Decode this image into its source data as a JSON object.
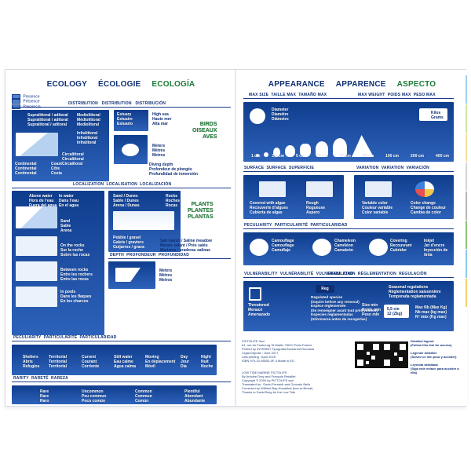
{
  "left": {
    "headings": [
      "ECOLOGY",
      "ÉCOLOGIE",
      "ECOLOGÍA"
    ],
    "legend_left": [
      "Presence",
      "Présence",
      "Presencia"
    ],
    "distribution": [
      "DISTRIBUTION",
      "DISTRIBUTION",
      "DISTRIBUCIÓN"
    ],
    "zones": [
      "Supralittoral / aditoral\nSupralittoral / aditoral\nSupralitoral / aditoral",
      "Mediolittoral\nMédiolittoral\nMediolitoral",
      "Infralittoral\nInfralittoral\nInfralitoral",
      "Circalittoral\nCircalittoral\nCircalitoral",
      "Continental\nContinental\nContinental",
      "Coast\nCôte\nCosta",
      "Estuary\nEstuaire\nEstuario",
      "High sea\nHaute mer\nAlta mar"
    ],
    "birds": [
      "BIRDS",
      "OISEAUX",
      "AVES"
    ],
    "diving": [
      "Diving depth",
      "Profondeur de plongée",
      "Profundidad de inmersión"
    ],
    "meters": [
      "Meters",
      "Mètres",
      "Metros"
    ],
    "depth": [
      "DEPTH",
      "PROFONDEUR",
      "PROFUNDIDAD"
    ],
    "localization": [
      "LOCALIZATION",
      "LOCALISATION",
      "LOCALIZACIÓN"
    ],
    "habitats": [
      "Above water\nHors de l’eau\nFuera del agua",
      "In water\nDans l’eau\nEn el agua",
      "Sand\nSable\nArena",
      "On the rocks\nSur la roche\nSobre las rocas",
      "Between rocks\nEntre les rochers\nEntre las rocas",
      "In pools\nDans les flaques\nEn los charcos",
      "Sand / Dunes\nSable / Dunes\nArena / Dunas",
      "Rocks\nRoches\nRocas",
      "Pebble / gravel\nGalets / graviers\nGuijarros / grava",
      "Salt marsh / Saline meadow\nMarais salant / Prés salés\nMarisma / praderas salinas"
    ],
    "plants": [
      "PLANTS",
      "PLANTES",
      "PLANTAS"
    ],
    "peculiarity": [
      "PECULIARITY",
      "PARTICULARITÉ",
      "PARTICULARIDAD"
    ],
    "peculiar_items": [
      "Shelters\nAbris\nRefugios",
      "Territorial\nTerritorial\nTerritorial",
      "Current\nCourant\nCorriente",
      "Still water\nEau calme\nAgua calma",
      "Moving\nEn déplacement\nMóvil",
      "Day\nJour\nDía",
      "Night\nNuit\nNoche"
    ],
    "rarity": [
      "RARITY",
      "RARETÉ",
      "RAREZA"
    ],
    "rarity_items": [
      "Rare\nRare\nRaro",
      "Uncommon\nPeu commun\nPoco común",
      "Common\nCommun\nComún",
      "Plentiful\nAbondant\nAbundante"
    ]
  },
  "right": {
    "headings": [
      "APPEARANCE",
      "APPARENCE",
      "ASPECTO"
    ],
    "max_size": [
      "MAX SIZE",
      "TAILLE MAX",
      "TAMAÑO MAX"
    ],
    "max_weight": [
      "MAX WEIGHT",
      "POIDS MAX",
      "PESO MAX"
    ],
    "diameter": "Diameter\nDiamètre\nDiámetro",
    "kilos": "Kilos\nGrams",
    "sizes": [
      "1 cm",
      "2,5 cm",
      "5 cm",
      "20 cm",
      "30 cm",
      "50 cm",
      "100 cm",
      "200 cm",
      "400 cm"
    ],
    "surface": [
      "SURFACE",
      "SURFACE",
      "SUPERFICIE"
    ],
    "surface_items": [
      "Covered with algae\nRecouverte d’algues\nCubierta de algas",
      "Rough\nRugueuse\nÁspero"
    ],
    "variation": [
      "VARIATION",
      "VARIATION",
      "VARIACIÓN"
    ],
    "variation_items": [
      "Variable color\nCouleur variable\nColor variable",
      "Color change\nChange de couleur\nCambia de color"
    ],
    "peculiarity": [
      "PECULIARITY",
      "PARTICULARITÉ",
      "PARTICULARIDAD"
    ],
    "peculiar_items": [
      "Camouflage\nCamouflage\nCamuflaje",
      "Chameleon\nCaméléon\nCamaleón",
      "Covering\nRecouvrant\nCubridor",
      "Inkjet\nJet d’encre\nInyección de tinta"
    ],
    "vulnerability": [
      "VULNERABILITY",
      "VULNÉRABILITÉ",
      "VULNERABILIDAD"
    ],
    "threatened": "Threatened\nMenacé\nAmenazado",
    "regulation": [
      "REGULATION",
      "RÉGLEMENTATION",
      "REGULACIÓN"
    ],
    "reg_tag": "Reg",
    "reg_text": "Regulated species\n(inquire before any removal)\nEspèce réglementée\n(Se renseigner avant tout prélèvement)\nEspecies reglamentadas\n(Informarse antes de recogerlas)",
    "seasonal": "Seasonal regulations\nRéglementation saisonnière\nTemporada reglamentada",
    "size_min": "Size min\nPoids min\nPeso min",
    "size_value": "5,5 cm\n12 (Zkg)",
    "max_nb": "Max Nb (Max Kg)\nNb max (kg max)\nNº máx (Kg max)",
    "publisher": "PICTOLIFE Sarl\n61, rue du Faubourg St Martin 75010 Paris France\nPrinted by INTERBIT Tipografia Bucharest Romania\nLegal Deposit : June 2017\nLast printing : April 2025\nISBN 979-10-96553-0F-4 Made in EU",
    "credits": "LOW TIDE MARINE PICTOLIFE\nBy Antoine Drey and François Retaillet\nCopyright © 2004 by PICTOLIFE sarl\nTranslated by : David Fenwick and Gonzalo Bello\nCorrected by Wilfried Bay-Nouailhat (mer et littoral)\nThanks to David Berg for the Low Tide",
    "detailed": "Detailed legend\n(Follow this link for access)\n\nLégende détaillée\n(Suivez ce lien pour y accéder)\n\nLeyenda detallada\n(Siga este enlace para acceder a ella)"
  }
}
